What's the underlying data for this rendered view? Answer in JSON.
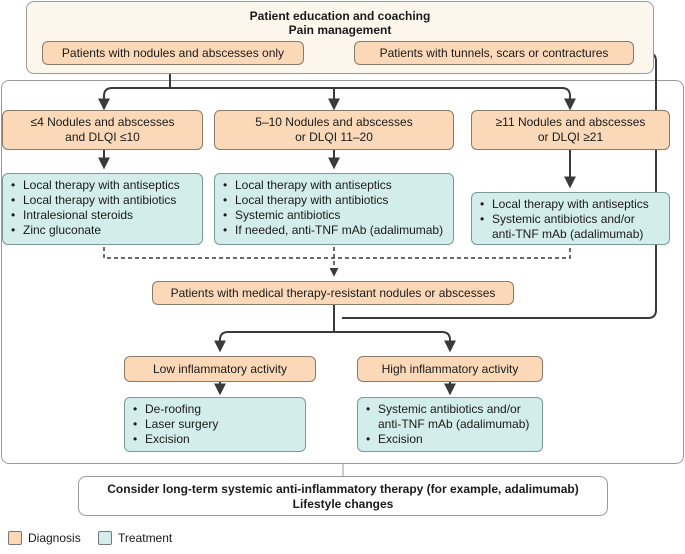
{
  "top": {
    "line1": "Patient education and coaching",
    "line2": "Pain management",
    "left_branch": "Patients with nodules and abscesses only",
    "right_branch": "Patients with tunnels, scars or contractures"
  },
  "severity": [
    {
      "line1": "≤4 Nodules and abscesses",
      "line2": "and DLQI ≤10",
      "treatments": [
        "Local therapy with antiseptics",
        "Local therapy with antibiotics",
        "Intralesional steroids",
        "Zinc gluconate"
      ]
    },
    {
      "line1": "5–10 Nodules and abscesses",
      "line2": "or DLQI 11–20",
      "treatments": [
        "Local therapy with antiseptics",
        "Local therapy with antibiotics",
        "Systemic antibiotics",
        "If needed, anti-TNF mAb (adalimumab)"
      ]
    },
    {
      "line1": "≥11 Nodules and abscesses",
      "line2": "or DLQI ≥21",
      "treatments": [
        "Local therapy with antiseptics",
        "Systemic antibiotics and/or",
        "anti-TNF mAb (adalimumab)"
      ]
    }
  ],
  "resistant": "Patients with medical therapy-resistant nodules or abscesses",
  "activity": [
    {
      "label": "Low inflammatory activity",
      "treatments": [
        "De-roofing",
        "Laser surgery",
        "Excision"
      ]
    },
    {
      "label": "High inflammatory activity",
      "treatments": [
        "Systemic antibiotics and/or",
        "anti-TNF mAb (adalimumab)",
        "Excision"
      ]
    }
  ],
  "bottom": {
    "line1": "Consider long-term systemic anti-inflammatory therapy (for example, adalimumab)",
    "line2": "Lifestyle changes"
  },
  "legend": {
    "diagnosis": "Diagnosis",
    "treatment": "Treatment"
  },
  "colors": {
    "diagnosis": "#fbd9b8",
    "treatment": "#d3eeea",
    "line": "#3a3a3a"
  }
}
